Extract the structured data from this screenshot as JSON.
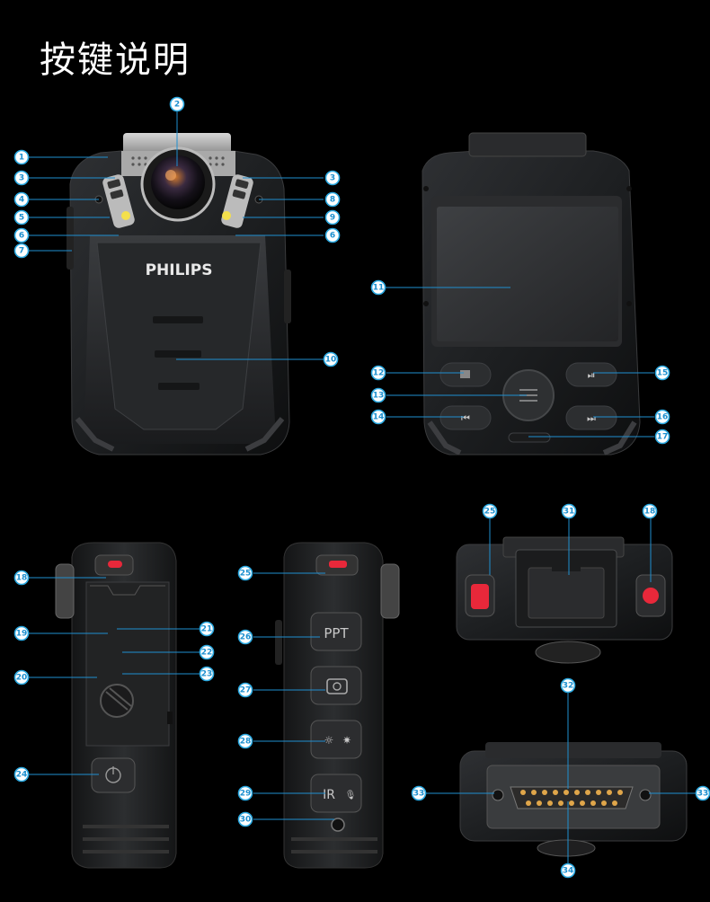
{
  "title": "按键说明",
  "brand": "PHILIPS",
  "button_labels": {
    "ppt": "PPT",
    "ir": "IR"
  },
  "colors": {
    "accent": "#1f8fd0",
    "record_red": "#e8283a",
    "led_yellow": "#f4e04c",
    "connector_gold": "#e0a64a"
  },
  "callouts": [
    "1",
    "2",
    "3",
    "3",
    "4",
    "5",
    "6",
    "6",
    "7",
    "8",
    "9",
    "10",
    "11",
    "12",
    "13",
    "14",
    "15",
    "16",
    "17",
    "18",
    "18",
    "19",
    "20",
    "21",
    "22",
    "23",
    "24",
    "25",
    "25",
    "26",
    "27",
    "28",
    "29",
    "30",
    "31",
    "32",
    "33",
    "33",
    "34"
  ]
}
